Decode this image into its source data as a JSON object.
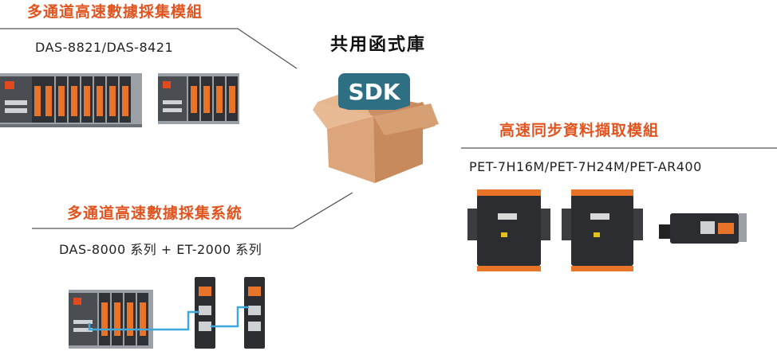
{
  "left_top": {
    "title": "多通道高速數據採集模組",
    "models": "DAS-8821/DAS-8421"
  },
  "center": {
    "title": "共用函式庫",
    "box_label": "SDK"
  },
  "right": {
    "title": "高速同步資料擷取模組",
    "models": "PET-7H16M/PET-7H24M/PET-AR400"
  },
  "left_bottom": {
    "title": "多通道高速數據採集系統",
    "models": "DAS-8000 系列 + ET-2000 系列"
  },
  "colors": {
    "accent": "#e2541f",
    "box": "#d8a37a",
    "sdk_badge": "#2e6f84",
    "cable": "#3fa8dc"
  }
}
